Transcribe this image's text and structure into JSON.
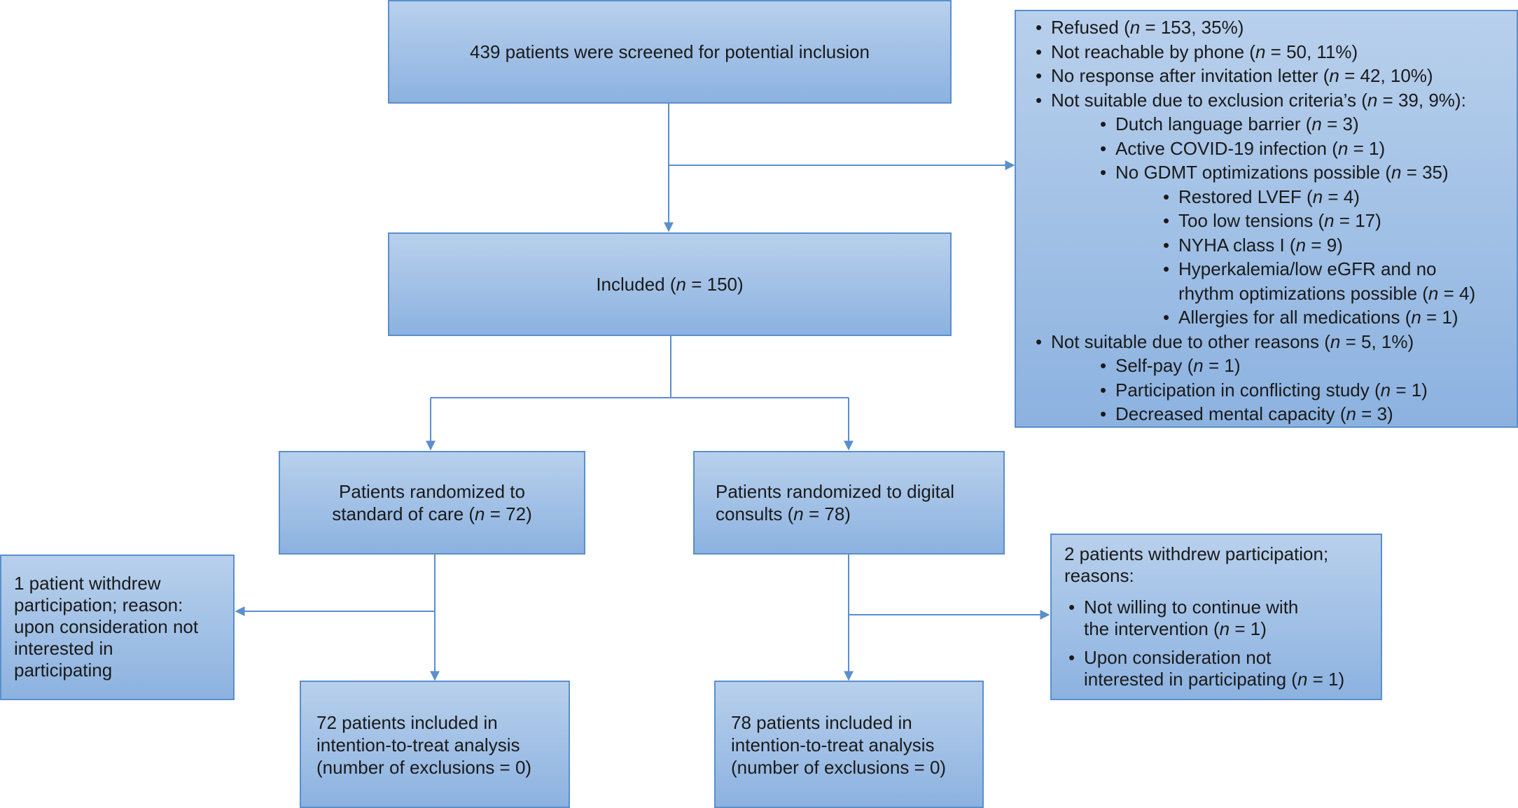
{
  "screened": {
    "text": "439 patients were screened for potential inclusion"
  },
  "included": {
    "prefix": "Included (",
    "n": "n",
    "suffix": " = 150)"
  },
  "exclusions": {
    "items": [
      {
        "pre": "Refused (",
        "post": " = 153, 35%)",
        "level": 0
      },
      {
        "pre": "Not reachable by phone (",
        "post": " = 50, 11%)",
        "level": 0
      },
      {
        "pre": "No response after invitation letter (",
        "post": " = 42, 10%)",
        "level": 0
      },
      {
        "pre": "Not suitable due to exclusion criteria’s (",
        "post": " = 39, 9%):",
        "level": 0
      },
      {
        "pre": "Dutch language barrier (",
        "post": " = 3)",
        "level": 1
      },
      {
        "pre": "Active COVID-19 infection (",
        "post": " = 1)",
        "level": 1
      },
      {
        "pre": "No GDMT optimizations possible (",
        "post": " = 35)",
        "level": 1
      },
      {
        "pre": "Restored LVEF (",
        "post": " = 4)",
        "level": 2
      },
      {
        "pre": "Too low tensions (",
        "post": " = 17)",
        "level": 2
      },
      {
        "pre": "NYHA class I (",
        "post": " = 9)",
        "level": 2
      },
      {
        "pre": "Hyperkalemia/low eGFR and no",
        "line2": "rhythm optimizations possible (",
        "post": " = 4)",
        "level": 2
      },
      {
        "pre": "Allergies for all medications (",
        "post": " = 1)",
        "level": 2
      },
      {
        "pre": "Not suitable due to other reasons (",
        "post": " = 5, 1%)",
        "level": 0
      },
      {
        "pre": "Self-pay (",
        "post": " = 1)",
        "level": 1
      },
      {
        "pre": "Participation in conflicting study (",
        "post": " = 1)",
        "level": 1
      },
      {
        "pre": "Decreased mental capacity (",
        "post": " = 3)",
        "level": 1
      }
    ]
  },
  "standard": {
    "line1": "Patients randomized to",
    "line2_pre": "standard of care (",
    "line2_post": " = 72)"
  },
  "digital": {
    "line1": "Patients randomized to digital",
    "line2_pre": "consults (",
    "line2_post": " = 78)"
  },
  "withdrew_left": {
    "lines": [
      "1 patient withdrew",
      "participation; reason:",
      "upon consideration not",
      "interested in",
      "participating"
    ]
  },
  "withdrew_right": {
    "line1": "2 patients withdrew participation;",
    "line2": "reasons:",
    "b1_l1": "Not willing to continue with",
    "b1_l2_pre": "the intervention (",
    "b1_l2_post": " = 1)",
    "b2_l1": "Upon consideration not",
    "b2_l2_pre": "interested in participating (",
    "b2_l2_post": " = 1)"
  },
  "itt_left": {
    "lines": [
      "72 patients included in",
      "intention-to-treat analysis",
      "(number of exclusions = 0)"
    ]
  },
  "itt_right": {
    "lines": [
      "78 patients included in",
      "intention-to-treat analysis",
      "(number of exclusions = 0)"
    ]
  },
  "n_symbol": "n",
  "colors": {
    "box_top": "#b8d0ec",
    "box_bottom": "#8cb2e0",
    "border": "#5a8fcc",
    "arrow": "#5a8fcc"
  }
}
